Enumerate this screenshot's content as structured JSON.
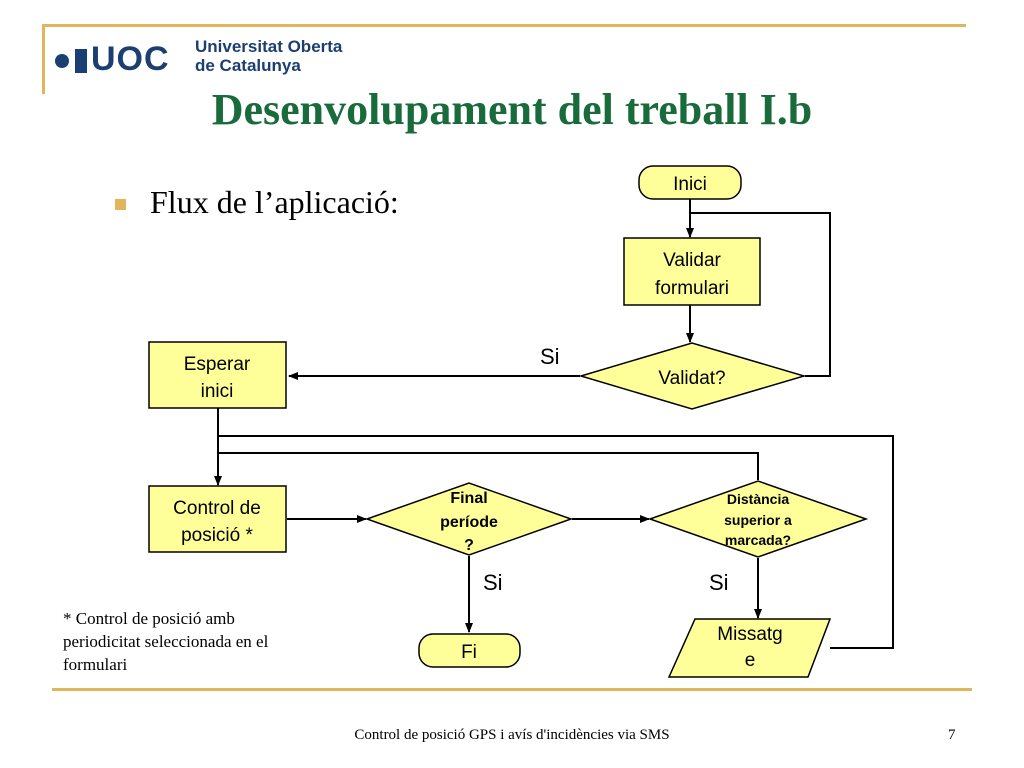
{
  "header": {
    "logo_mark": "UOC",
    "logo_line1": "Universitat Oberta",
    "logo_line2": "de Catalunya"
  },
  "title": "Desenvolupament del treball I.b",
  "bullet": "Flux de l’aplicació:",
  "diagram": {
    "inici": "Inici",
    "validar_line1": "Validar",
    "validar_line2": "formulari",
    "validat": "Validat?",
    "si_validat": "Si",
    "esperar_line1": "Esperar",
    "esperar_line2": "inici",
    "control_line1": "Control de",
    "control_line2": "posició *",
    "final_line1": "Final",
    "final_line2": "període",
    "final_line3": "?",
    "distancia_line1": "Distància",
    "distancia_line2": "superior a",
    "distancia_line3": "marcada?",
    "si_final": "Si",
    "si_distancia": "Si",
    "fi": "Fi",
    "missatge_line1": "Missatg",
    "missatge_line2": "e"
  },
  "footnote": "* Control de posició amb periodicitat seleccionada en el formulari",
  "footer": "Control de posició GPS i avís d'incidències via SMS",
  "page_number": "7",
  "colors": {
    "title": "#1a6b3c",
    "accent": "#e0b55c",
    "shape_fill": "#ffff99",
    "logo": "#1b3f72"
  }
}
